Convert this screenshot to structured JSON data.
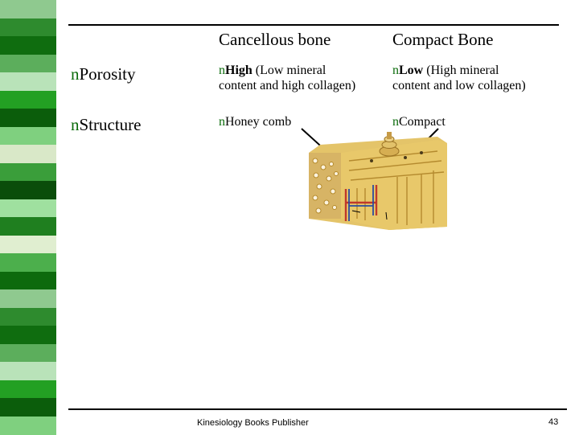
{
  "slide": {
    "column_headers": [
      "Cancellous bone",
      "Compact Bone"
    ],
    "bullet_char": "n",
    "rows": [
      {
        "label": "Porosity",
        "cancellous": {
          "bold": "High",
          "text": " (Low mineral",
          "text2": "content and high collagen)"
        },
        "compact": {
          "bold": "Low",
          "text": " (High mineral",
          "text2": "content and low collagen)"
        }
      },
      {
        "label": "Structure",
        "cancellous": {
          "bold": "",
          "text": "Honey comb",
          "text2": ""
        },
        "compact": {
          "bold": "",
          "text": "Compact",
          "text2": ""
        }
      }
    ],
    "illustration": "bone-cross-section-illustration",
    "footer_center": "Kinesiology Books Publisher",
    "page_number": "43",
    "colors": {
      "stripes": [
        "#8fc98f",
        "#2e8b2e",
        "#0f6d0f",
        "#5cae5c",
        "#b9e3b9",
        "#23a023",
        "#0b5d0b",
        "#7fd07f",
        "#d9e8c8",
        "#3a9e3a",
        "#0a4d0a",
        "#9fe09f",
        "#1f7f1f",
        "#e0eed0",
        "#4caf4c",
        "#0d6a0d"
      ],
      "bullet": "#0b6b0b"
    }
  }
}
